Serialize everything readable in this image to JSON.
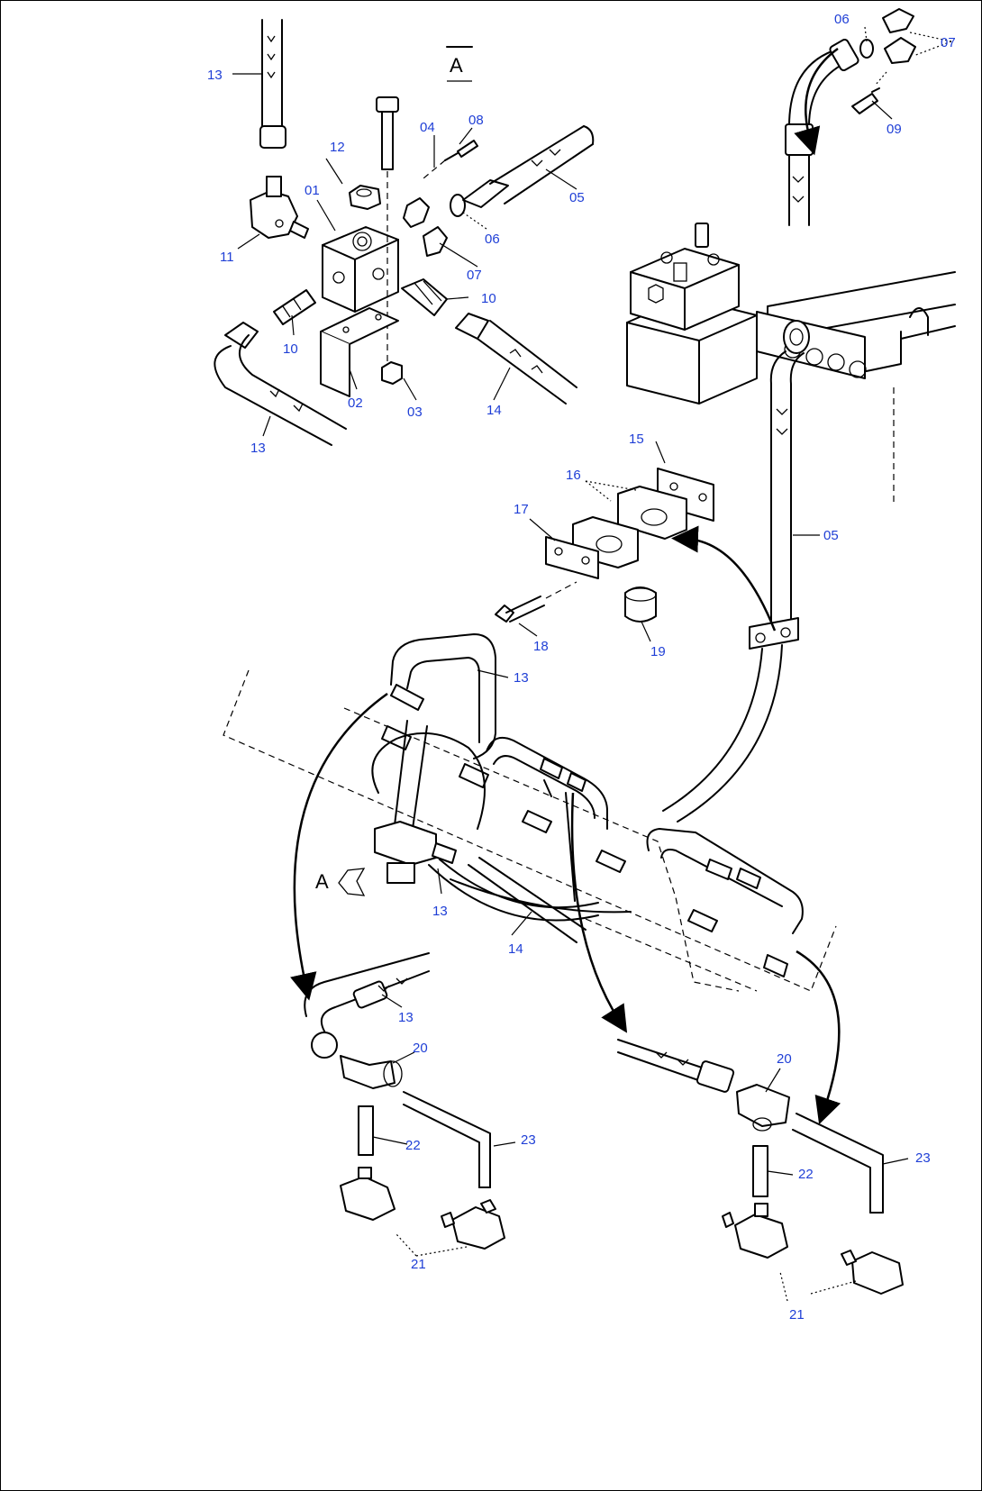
{
  "view_label": "A",
  "view_marker": "A",
  "callouts": {
    "c01": "01",
    "c02": "02",
    "c03": "03",
    "c04": "04",
    "c05a": "05",
    "c05b": "05",
    "c06a": "06",
    "c06b": "06",
    "c07a": "07",
    "c07b": "07",
    "c08": "08",
    "c09": "09",
    "c10a": "10",
    "c10b": "10",
    "c11": "11",
    "c12": "12",
    "c13a": "13",
    "c13b": "13",
    "c13c": "13",
    "c13d": "13",
    "c13e": "13",
    "c14a": "14",
    "c14b": "14",
    "c15": "15",
    "c16": "16",
    "c17": "17",
    "c18": "18",
    "c19": "19",
    "c20a": "20",
    "c20b": "20",
    "c21a": "21",
    "c21b": "21",
    "c22a": "22",
    "c22b": "22",
    "c23a": "23",
    "c23b": "23"
  }
}
